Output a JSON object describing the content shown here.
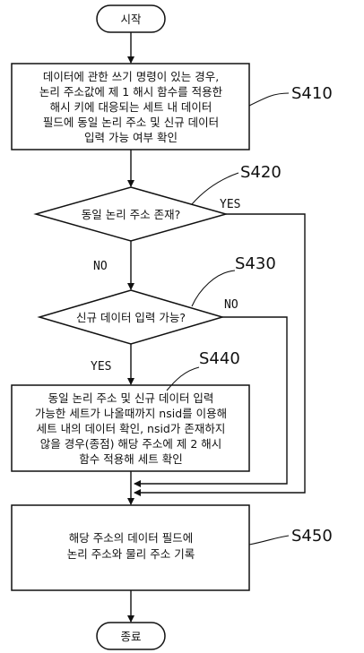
{
  "flowchart": {
    "start": {
      "text": "시작"
    },
    "end": {
      "text": "종료"
    },
    "s410": {
      "label": "S410",
      "lines": [
        "데이터에 관한 쓰기 명령이 있는 경우,",
        "논리 주소값에 제 1 해시 함수를 적용한",
        "해시 키에 대응되는 세트 내 데이터",
        "필드에 동일 논리 주소 및 신규 데이터",
        "입력 가능 여부 확인"
      ]
    },
    "s420": {
      "label": "S420",
      "question": "동일 논리 주소  존재?",
      "yes": "YES",
      "no": "NO"
    },
    "s430": {
      "label": "S430",
      "question": "신규 데이터 입력 가능?",
      "yes": "YES",
      "no": "NO"
    },
    "s440": {
      "label": "S440",
      "lines": [
        "동일 논리 주소 및 신규 데이터 입력",
        "가능한 세트가 나올때까지 nsid를 이용해",
        "세트 내의 데이터 확인, nsid가 존재하지",
        "않을 경우(종점) 해당 주소에 제 2 해시",
        "함수 적용해 세트 확인"
      ]
    },
    "s450": {
      "label": "S450",
      "lines": [
        "해당 주소의 데이터 필드에",
        "논리 주소와 물리 주소 기록"
      ]
    }
  }
}
